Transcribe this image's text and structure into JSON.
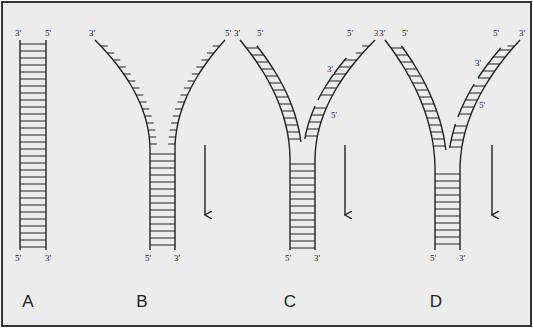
{
  "diagram": {
    "labels": [
      "A",
      "B",
      "C",
      "D",
      "3'",
      "5'",
      "5'",
      "3'",
      "3'",
      "5'",
      "5'",
      "3'",
      "3'",
      "5'",
      "5'",
      "3'",
      "5'",
      "3'",
      "3'",
      "5'",
      "3'",
      "5'",
      "5'",
      "3'",
      "5'",
      "3'",
      "3'",
      "5'"
    ]
  }
}
